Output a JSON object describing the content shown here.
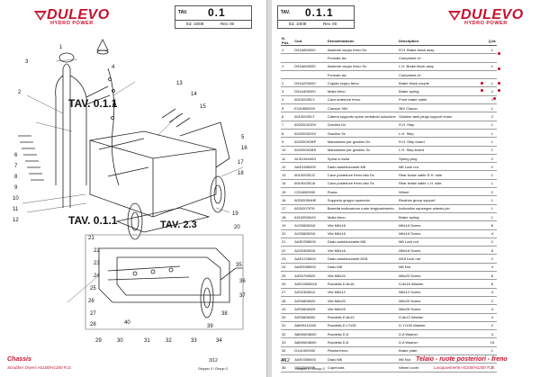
{
  "left_page": {
    "tav": {
      "label": "TAV.",
      "number": "0.1",
      "edition": "Ed. 10/08",
      "revision": "Rev. 00"
    },
    "logo": {
      "brand": "DULEVO",
      "sub": "HYDRO POWER"
    },
    "drawing_labels": {
      "tav_top": "TAV. 0.1.1",
      "tav_bottom": "TAV. 0.1.1",
      "tav_ref": "TAV. 2.3"
    },
    "callouts": [
      "1",
      "2",
      "3",
      "4",
      "5",
      "6",
      "7",
      "8",
      "9",
      "10",
      "11",
      "12",
      "13",
      "14",
      "15",
      "16",
      "17",
      "18",
      "19",
      "20",
      "21",
      "22",
      "23",
      "24",
      "25",
      "26",
      "27",
      "28",
      "29",
      "30",
      "31",
      "32",
      "33",
      "34",
      "35",
      "36",
      "37",
      "38",
      "39",
      "40"
    ],
    "footer": {
      "title": "Chassis",
      "subtitle": "Scrubber Dryers  H1100/H1200 R.D.",
      "page": "3/12",
      "group": "Gruppo 0 / Group 0"
    }
  },
  "right_page": {
    "tav": {
      "label": "TAV.",
      "number": "0.1.1",
      "edition": "Ed. 10/08",
      "revision": "Rev. 00"
    },
    "logo": {
      "brand": "DULEVO",
      "sub": "HYDRO POWER"
    },
    "table": {
      "headers": {
        "n": "N. Pos.",
        "cod": "Cod.",
        "den": "Denominazione",
        "des": "Description",
        "q": "Q.tà"
      },
      "rows": [
        {
          "n": "1",
          "cod": "D91A500000",
          "den": "Assieme ceppo freno Dx",
          "des": "R.H. Brake block assy",
          "q": "1"
        },
        {
          "n": "",
          "cod": "",
          "den": "Formato da :",
          "des": "Comprised of :",
          "q": ""
        },
        {
          "n": "1",
          "cod": "D91A600000",
          "den": "Assieme ceppo freno Sx",
          "des": "L.H. Brake block assy",
          "q": "1"
        },
        {
          "n": "",
          "cod": "",
          "den": "Formato da :",
          "des": "Comprised of :",
          "q": ""
        },
        {
          "n": "2",
          "cod": "D91A200000",
          "den": "Coppia ceppo freno",
          "des": "Brake block couple",
          "q": "1"
        },
        {
          "n": "3",
          "cod": "D91A400000",
          "den": "Molla freno",
          "des": "Brake spring",
          "q": "2"
        },
        {
          "n": "4",
          "cod": "6010003SLY",
          "den": "Cavo anteriore freno",
          "des": "Front brake cable",
          "q": "1"
        },
        {
          "n": "5",
          "cod": "E140800000",
          "den": "Clacson 36V",
          "des": "36V Claxon",
          "q": "1"
        },
        {
          "n": "6",
          "cod": "6010003SLT",
          "den": "Catena supporto spine zerbatolo soluzione",
          "des": "Solution tank plugs support chain",
          "q": "2"
        },
        {
          "n": "7",
          "cod": "6020003GDV",
          "den": "Gradino Dx",
          "des": "R.H. Step",
          "q": "1"
        },
        {
          "n": "8",
          "cod": "6020003GSX",
          "den": "Gradino Sx",
          "des": "L.H. Step",
          "q": "1"
        },
        {
          "n": "9",
          "cod": "6020003GBP",
          "den": "Mandorlato per gradino Dx",
          "des": "R.H. Step board",
          "q": "1"
        },
        {
          "n": "10",
          "cod": "6020003GBS",
          "den": "Mandorlato per gradino Sx",
          "des": "L.H. Step board",
          "q": "1"
        },
        {
          "n": "11",
          "cod": "AC6110450G",
          "den": "Spina a molla",
          "des": "Spring plug",
          "q": "2"
        },
        {
          "n": "12",
          "cod": "AAE1606000",
          "den": "Dado autobloccante M6",
          "des": "M6 Lock nut",
          "q": "2"
        },
        {
          "n": "13",
          "cod": "6010003SJZ",
          "den": "Cavo posteriore freno lato Dx",
          "des": "Rear brake cable R.H. side",
          "q": "1"
        },
        {
          "n": "14",
          "cod": "6010003SJA",
          "den": "Cavo posteriore freno lato Sx",
          "des": "Rear brake cable L.H. side",
          "q": "1"
        },
        {
          "n": "15",
          "cod": "C254000000",
          "den": "Ruota",
          "des": "Wheel",
          "q": "2"
        },
        {
          "n": "16",
          "cod": "6020005NHE",
          "den": "Supporto gruppo spazzola",
          "des": "Brushes group support",
          "q": "1"
        },
        {
          "n": "17",
          "cod": "6020007978",
          "den": "Barretta inclinazione ruote tergipavimento",
          "des": "Inclination squeegee wheels pin",
          "q": "1"
        },
        {
          "n": "18",
          "cod": "6210052AHX",
          "den": "Molla freno",
          "des": "Brake spring",
          "q": "1"
        },
        {
          "n": "19",
          "cod": "A1S0606016",
          "den": "Vite M6x16",
          "des": "M6x16 Screw",
          "q": "8"
        },
        {
          "n": "20",
          "cod": "A1S0606016",
          "den": "Vite M6x16",
          "des": "M6x16 Screw",
          "q": "4"
        },
        {
          "n": "21",
          "cod": "AAE0308000",
          "den": "Dado autobloccante M8",
          "des": "M8 Lock nut",
          "q": "2"
        },
        {
          "n": "22",
          "cod": "A2S0308016",
          "den": "Vite M8x16",
          "des": "M8x16 Screw",
          "q": "8"
        },
        {
          "n": "23",
          "cod": "AAE1218000",
          "den": "Dado autobloccante M18",
          "des": "M18 Lock nut",
          "q": "2"
        },
        {
          "n": "24",
          "cod": "AAE0008000",
          "den": "Dado M8",
          "des": "M8 Nut",
          "q": "4"
        },
        {
          "n": "25",
          "cod": "A3S0708020",
          "den": "Vite M8x20",
          "des": "M8x20 Screw",
          "q": "8"
        },
        {
          "n": "26",
          "cod": "A3910308016",
          "den": "Rondella D.8x16",
          "des": "D.8x16 Washer",
          "q": "8"
        },
        {
          "n": "27",
          "cod": "A3S2308012",
          "den": "Vite M8x12",
          "des": "M8x12 Screw",
          "q": "4"
        },
        {
          "n": "28",
          "cod": "A3S0808020",
          "den": "Vite M6x20",
          "des": "M6x20 Screw",
          "q": "2"
        },
        {
          "n": "29",
          "cod": "A3S0608025",
          "den": "Vite M8x25",
          "des": "M8x25 Screw",
          "q": "4"
        },
        {
          "n": "30",
          "cod": "A3S0608000",
          "den": "Rondella D.8x13",
          "des": "D.8x13 Washer",
          "q": "4"
        },
        {
          "n": "31",
          "cod": "A8W0411500",
          "den": "Rondella D.17x30",
          "des": "D.17x30 Washer",
          "q": "2"
        },
        {
          "n": "32",
          "cod": "A8W0608000",
          "den": "Rondella D.8",
          "des": "D.8 Washer",
          "q": "4"
        },
        {
          "n": "33",
          "cod": "A8W0608000",
          "den": "Rondella D.8",
          "des": "D.8 Washer",
          "q": "15"
        },
        {
          "n": "34",
          "cod": "D141900000",
          "den": "Piastra freno",
          "des": "Brake plate",
          "q": "1"
        },
        {
          "n": "35",
          "cod": "AAE0306000",
          "den": "Dado M6",
          "des": "M6 Nut",
          "q": "4"
        },
        {
          "n": "36",
          "cod": "C252000000",
          "den": "Copriruota",
          "des": "Wheel cover",
          "q": "2"
        }
      ]
    },
    "footer": {
      "title": "Telaio - ruote posteriori - freno",
      "subtitle": "Lavapavimenti  H1100/H1200 R.D.",
      "page": "4/12",
      "group": "Gruppo 0 / Group 0"
    }
  },
  "colors": {
    "accent": "#c8102e"
  }
}
